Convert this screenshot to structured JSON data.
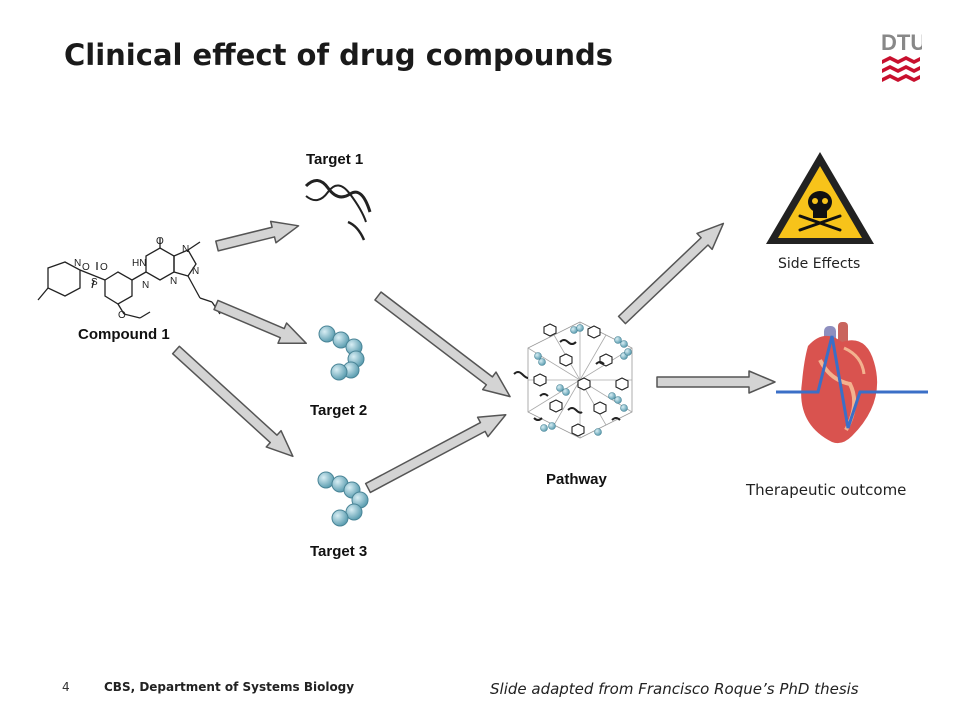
{
  "slide": {
    "title": "Clinical effect of drug compounds",
    "page_number": "4",
    "department": "CBS, Department of Systems Biology",
    "credit": "Slide adapted from Francisco Roque’s PhD thesis",
    "logo_text": "DTU"
  },
  "diagram": {
    "compound_label": "Compound 1",
    "target1_label": "Target 1",
    "target2_label": "Target 2",
    "target3_label": "Target 3",
    "pathway_label": "Pathway",
    "side_effects_label": "Side Effects",
    "therapeutic_label": "Therapeutic outcome",
    "molecule_atoms": [
      "N",
      "S",
      "O",
      "O",
      "HN",
      "O",
      "N",
      "N",
      "N",
      "N",
      "O"
    ]
  },
  "colors": {
    "logo_red": "#c8102e",
    "arrow_fill": "#d4d4d4",
    "arrow_stroke": "#555555",
    "protein_bead": "#8fc1cf",
    "warning_yellow": "#f7c31a",
    "heart_red": "#d9534f",
    "vessel_blue": "#3b6fc7"
  },
  "icons": [
    "dtu-logo-icon",
    "warning-skull-icon",
    "heart-icon",
    "molecule-icon",
    "dna-helix-icon",
    "protein-chain-icon",
    "pathway-network-icon"
  ]
}
